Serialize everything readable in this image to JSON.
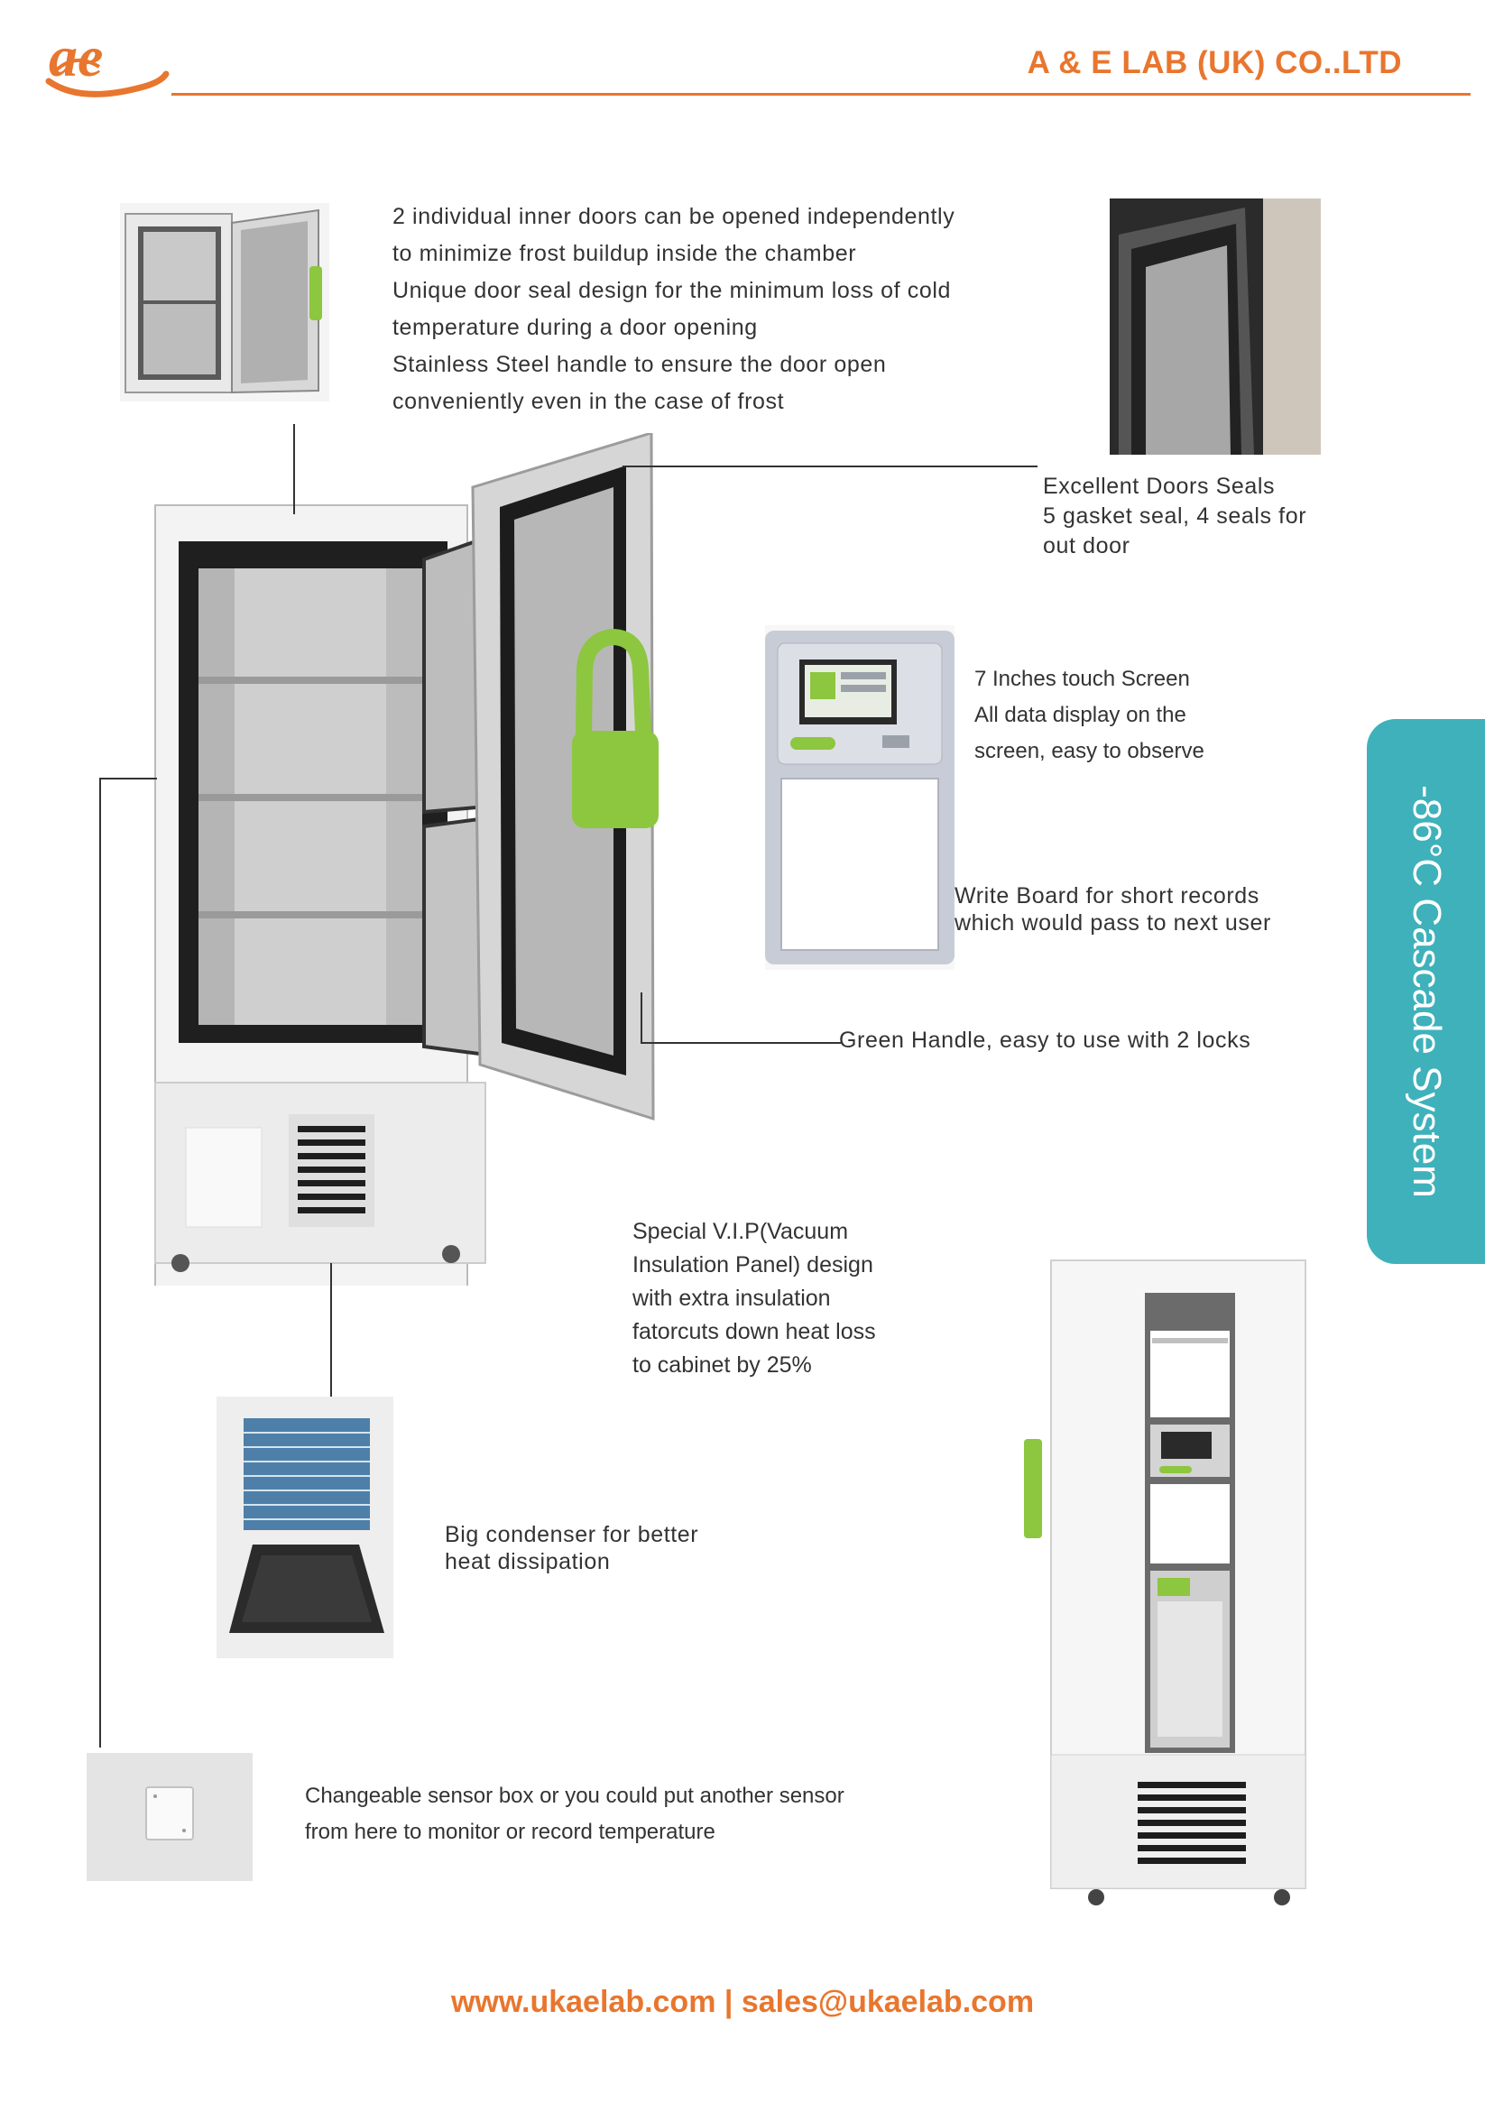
{
  "header": {
    "logo_text": "ae",
    "company": "A & E LAB (UK) CO..LTD"
  },
  "features": {
    "inner_doors": [
      "2 individual inner doors can be opened independently",
      "to minimize frost buildup inside the chamber",
      "Unique door seal design for the minimum loss of cold",
      "temperature during a door opening",
      "Stainless Steel handle to ensure the door open",
      "conveniently even in the case of frost"
    ],
    "door_seals": [
      "Excellent Doors Seals",
      "5 gasket seal, 4 seals for",
      "out door"
    ],
    "touch_screen": [
      "7 Inches  touch Screen",
      "All data display on the",
      "screen, easy to observe"
    ],
    "write_board": [
      "Write Board for short records",
      "which would pass to next user"
    ],
    "green_handle": "Green Handle, easy to use with 2 locks",
    "vip": [
      "Special V.I.P(Vacuum",
      "Insulation Panel) design",
      "with extra insulation",
      "fatorcuts down heat loss",
      "to cabinet by 25%"
    ],
    "condenser": [
      "Big condenser for better",
      "heat dissipation"
    ],
    "sensor_box": [
      "Changeable sensor box or you could put another sensor",
      "from here to monitor or record temperature"
    ]
  },
  "side_tab": "-86°C Cascade System",
  "footer": "www.ukaelab.com | sales@ukaelab.com",
  "colors": {
    "accent": "#e8762e",
    "tab": "#3fb1bb",
    "handle_green": "#8dc63f"
  }
}
